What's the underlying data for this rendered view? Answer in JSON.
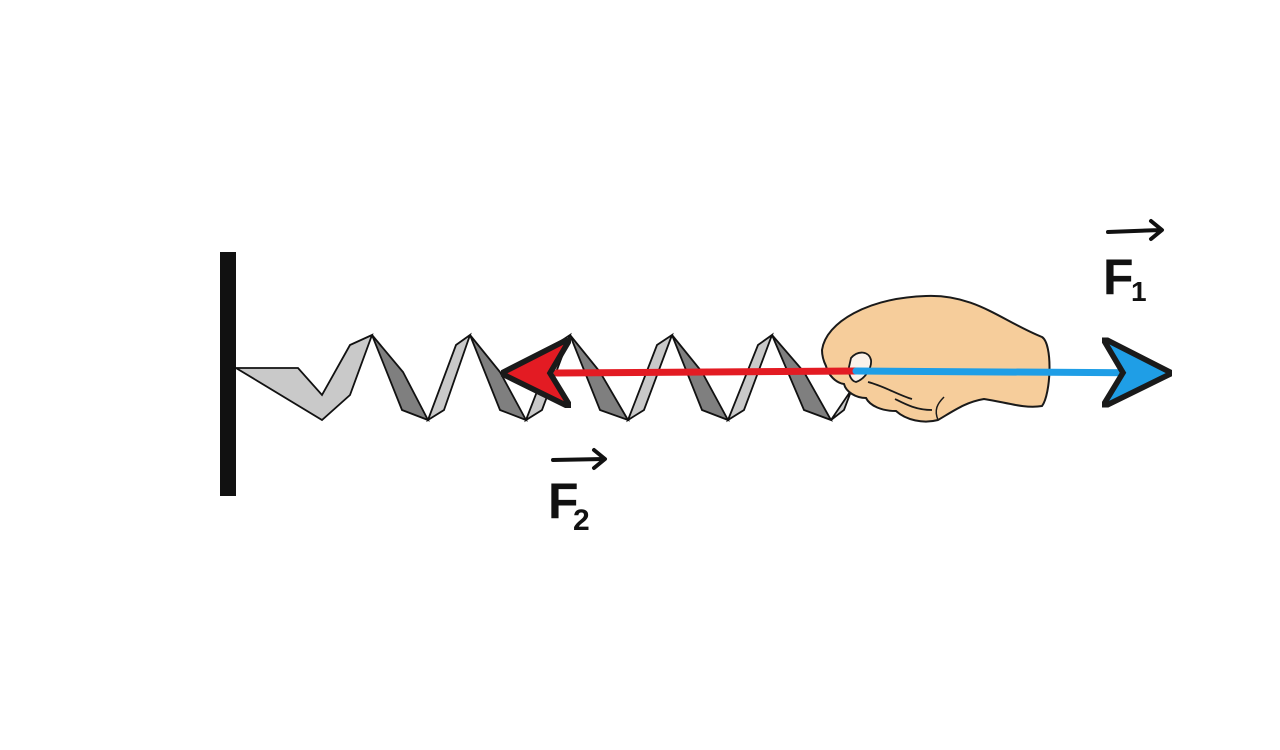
{
  "colors": {
    "wall": "#111111",
    "spring_light": "#c9c9c9",
    "spring_dark": "#7f7f7f",
    "spring_outline": "#111111",
    "hand_fill": "#f6cd9b",
    "hand_outline": "#1a1a1a",
    "force_red": "#e31b23",
    "force_blue": "#1f9ee6",
    "label": "#111111"
  },
  "labels": {
    "f1_letter": "F",
    "f1_subscript": "1",
    "f2_letter": "F",
    "f2_subscript": "2"
  },
  "icons": {
    "wall": "wall-icon",
    "spring": "spring-icon",
    "hand": "hand-icon",
    "vector_arrow": "vector-arrow-icon"
  }
}
